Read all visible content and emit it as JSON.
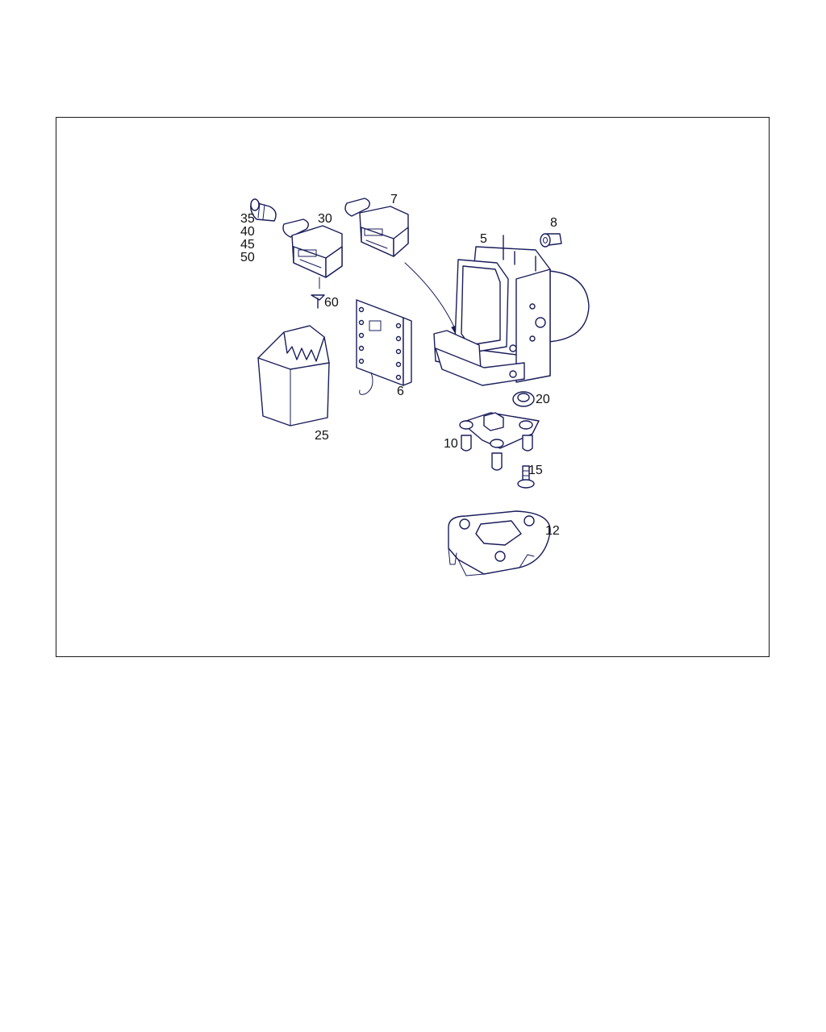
{
  "callouts": {
    "c35": "35",
    "c40": "40",
    "c45": "45",
    "c50": "50",
    "c30": "30",
    "c7": "7",
    "c8": "8",
    "c5": "5",
    "c60": "60",
    "c6": "6",
    "c25": "25",
    "c20": "20",
    "c10": "10",
    "c15": "15",
    "c12": "12"
  },
  "colors": {
    "line": "#1a1d5a",
    "frame": "#1a1a1a",
    "label": "#111111"
  }
}
